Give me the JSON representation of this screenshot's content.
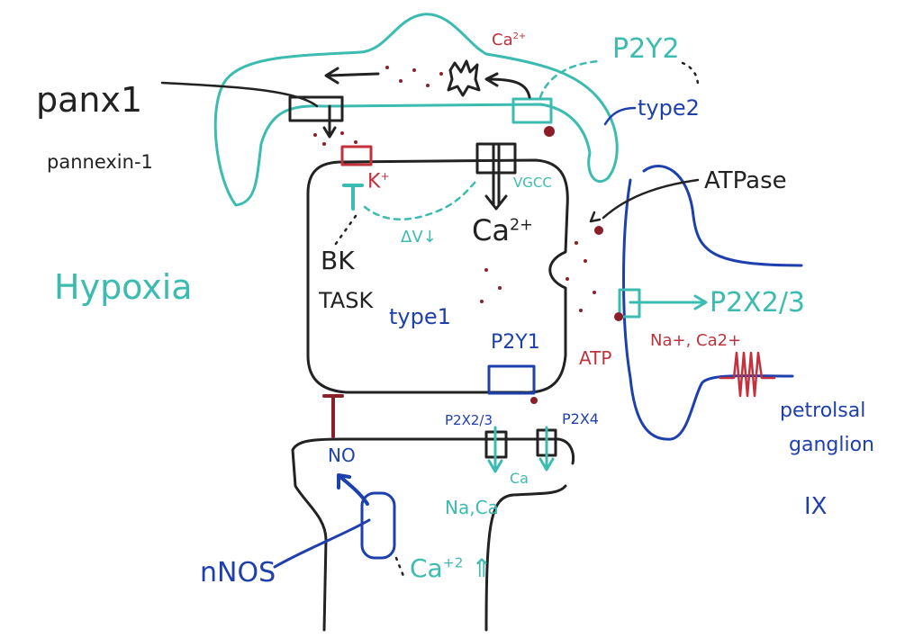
{
  "labels": {
    "panx1": "panx1",
    "pannexin": "pannexin-1",
    "hypoxia": "Hypoxia",
    "ca_top": "Ca",
    "ca_top_sup": "2+",
    "p2y2": "P2Y2",
    "type2": "type2",
    "atpase": "ATPase",
    "k": "K",
    "k_sup": "+",
    "vgcc": "VGCC",
    "ca_mid": "Ca",
    "ca_mid_sup": "2+",
    "delta_v": "ΔV↓",
    "bk": "BK",
    "task": "TASK",
    "type1": "type1",
    "p2y1": "P2Y1",
    "atp": "ATP",
    "na_ca": "Na+, Ca2+",
    "p2x23_right": "P2X2/3",
    "petrosal": "petrolsal",
    "ganglion": "ganglion",
    "ix": "IX",
    "no": "NO",
    "p2x23_low": "P2X2/3",
    "p2x4": "P2X4",
    "ca_low": "Ca",
    "na_ca_low": "Na,Ca",
    "nnos": "nNOS",
    "ca_nnos": "Ca",
    "ca_nnos_sup": "+2",
    "up_arrow": "⇑"
  },
  "colors": {
    "teal": "#3cbcb0",
    "blue": "#1e3fae",
    "red": "#c2313c",
    "black": "#222222"
  }
}
